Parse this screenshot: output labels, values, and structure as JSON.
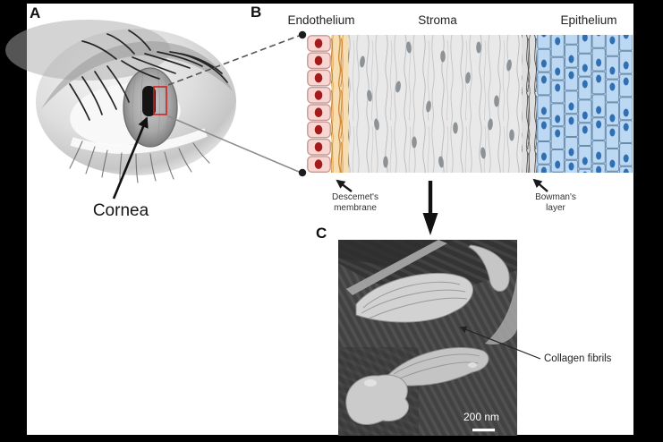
{
  "figure": {
    "panel_a": {
      "label": "A",
      "caption": "Cornea"
    },
    "panel_b": {
      "label": "B",
      "layer_labels": {
        "endothelium": "Endothelium",
        "stroma": "Stroma",
        "epithelium": "Epithelium"
      },
      "annotations": {
        "descemets": {
          "line1": "Descemet's",
          "line2": "membrane"
        },
        "bowmans": {
          "line1": "Bowman's",
          "line2": "layer"
        }
      }
    },
    "panel_c": {
      "label": "C",
      "annotation": "Collagen fibrils",
      "scale_bar": "200 nm"
    }
  },
  "colors": {
    "frame_bg": "#000000",
    "page_bg": "#ffffff",
    "endo_cell": "#f8d7d2",
    "endo_nucleus": "#a31b1b",
    "descemet_bg": "#f6ddb2",
    "descemet_fiber": "#cf8a35",
    "stroma_bg": "#e9e9e9",
    "keratocyte": "#8d9296",
    "bowman_fiber": "#4c4c4c",
    "epi_cell": "#bcd8f2",
    "epi_nucleus": "#2f6fb2",
    "highlight_red": "#cc2222"
  }
}
